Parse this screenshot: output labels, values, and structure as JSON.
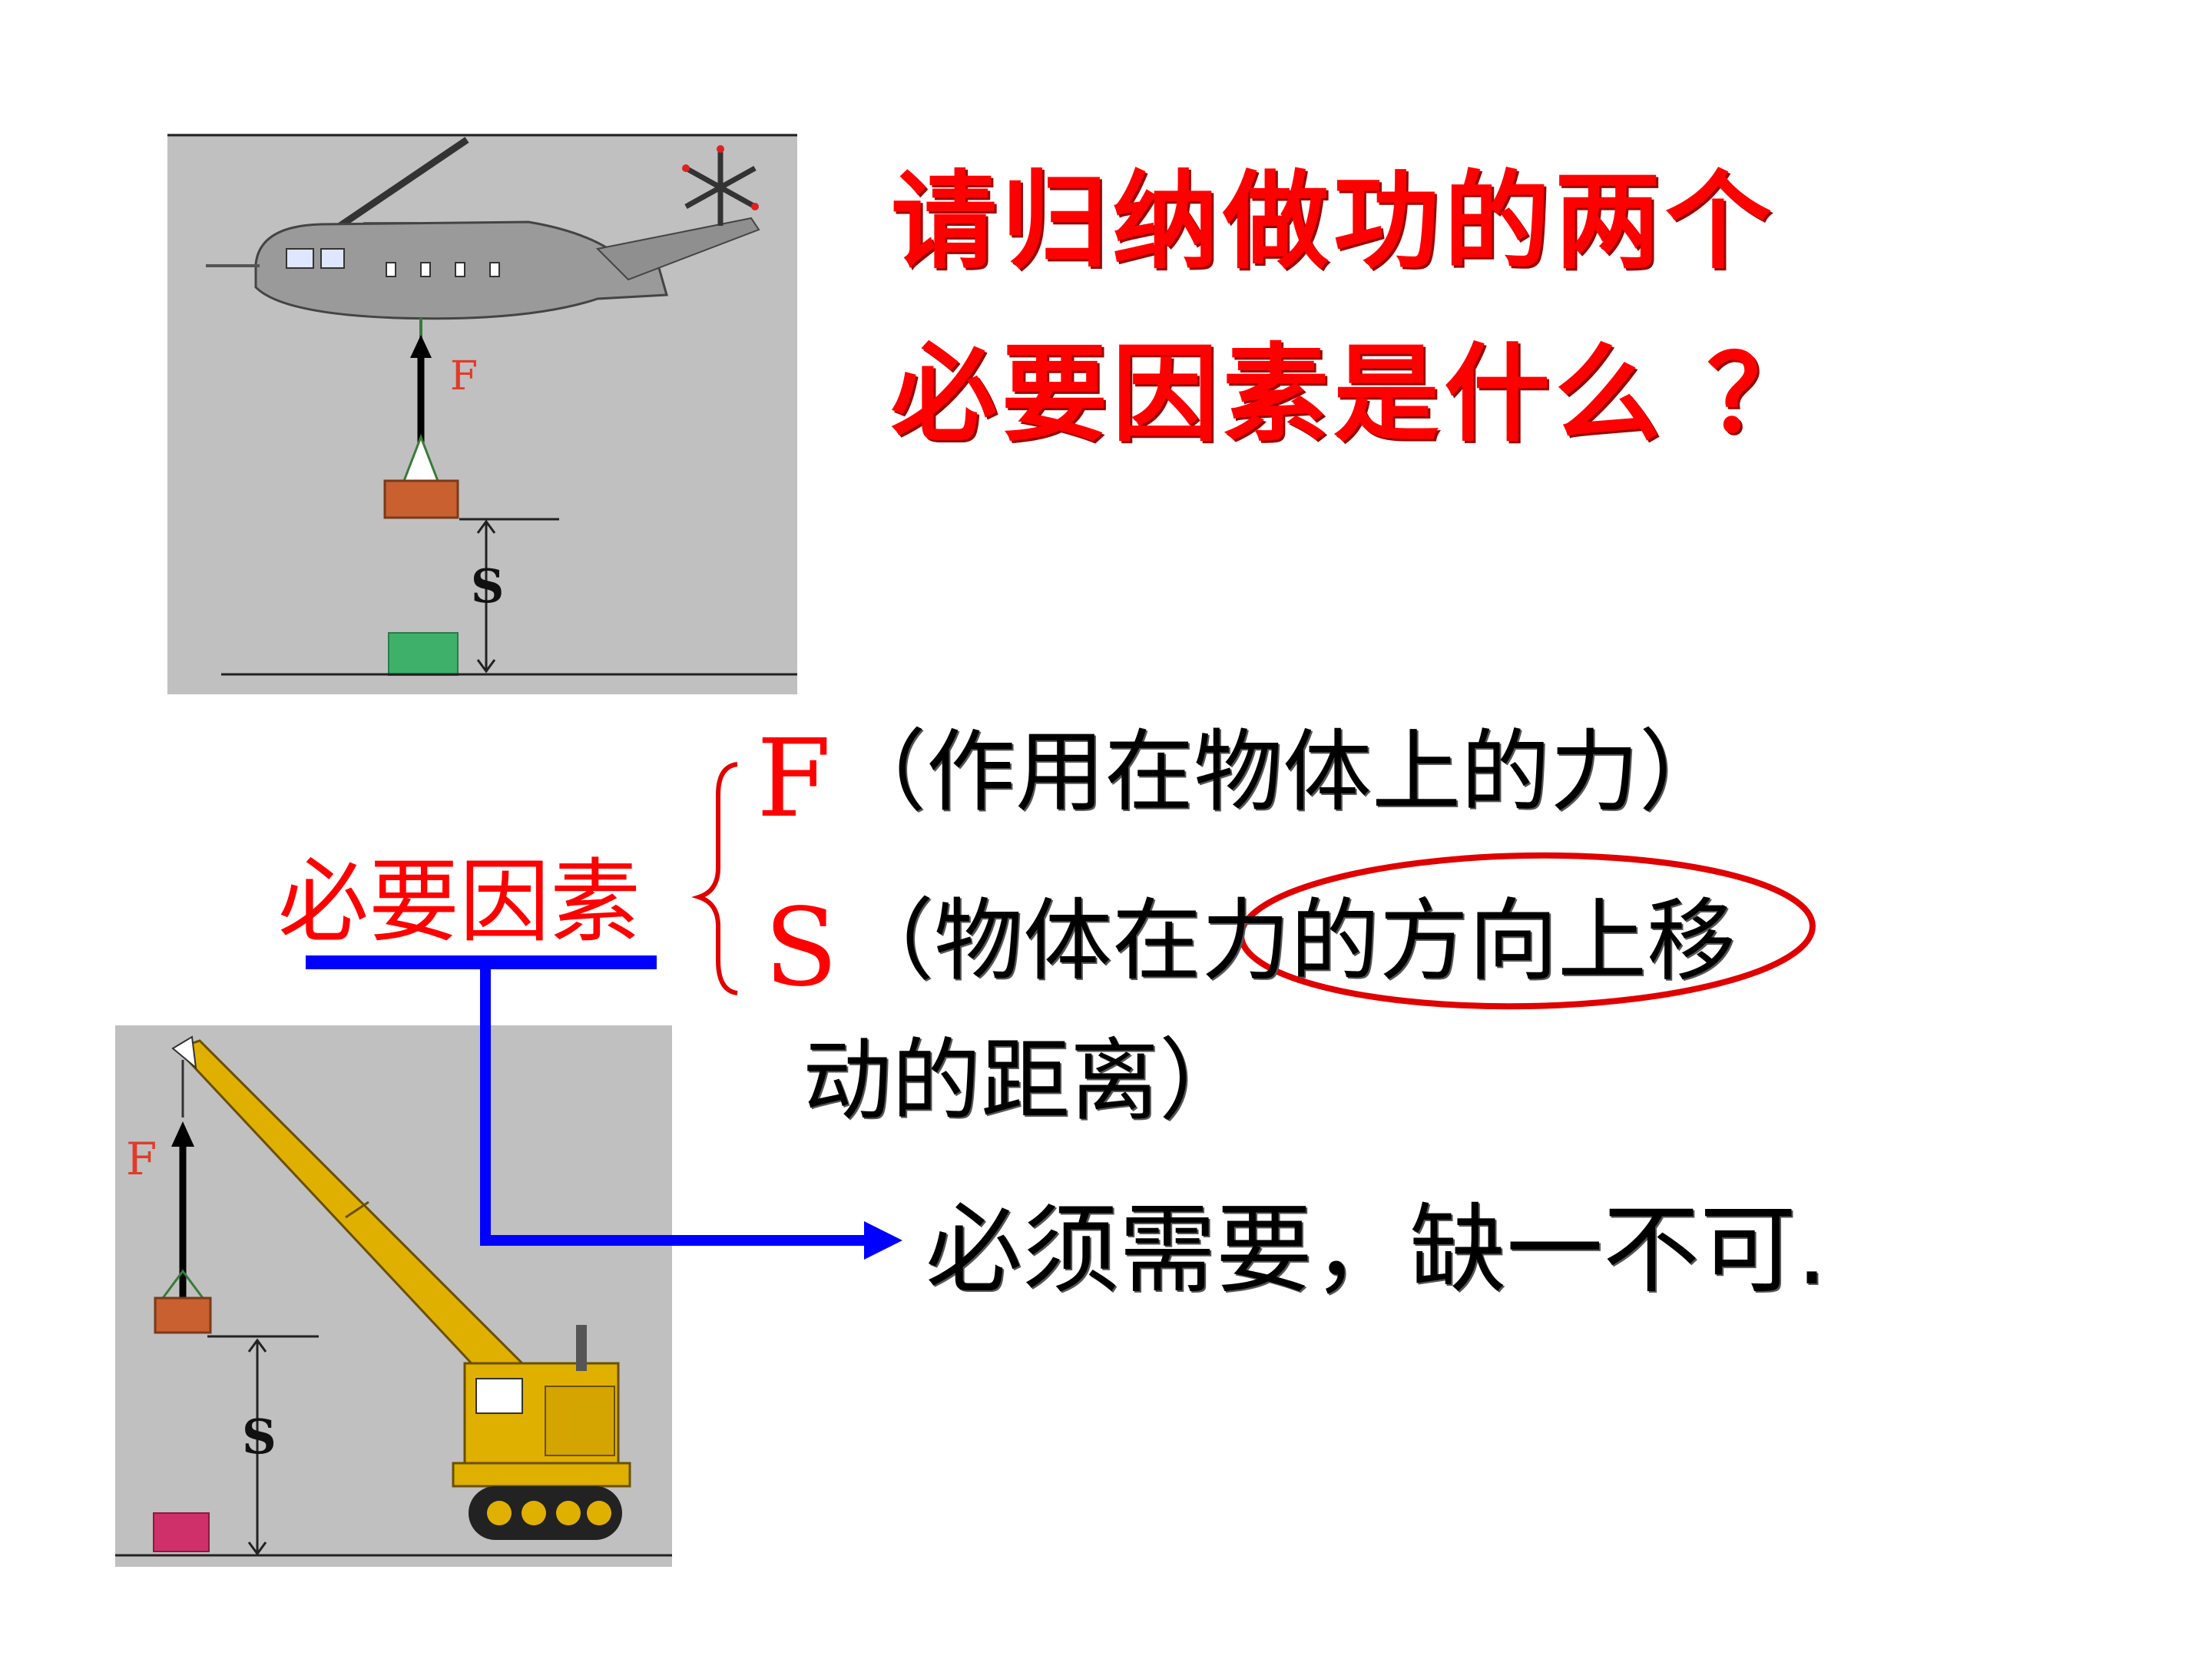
{
  "heading": {
    "line1": "请归纳做功的两个",
    "line2": "必要因素是什么 ？"
  },
  "factors_label": "必要因素",
  "factors": {
    "f_letter": "F",
    "f_desc": "（作用在物体上的力）",
    "s_letter": "S",
    "s_desc_line1": "（物体在力的方向上移",
    "s_desc_line2": "动的距离）"
  },
  "conclusion": "必须需要，缺一不可.",
  "helicopter_panel": {
    "force_label": "F",
    "distance_label": "S"
  },
  "crane_panel": {
    "force_label": "F",
    "distance_label": "S"
  },
  "colors": {
    "heading": "#ff0000",
    "label": "#ff0000",
    "connector": "#0000ff",
    "ellipse": "#e00000",
    "panel_bg": "#c0c0c0",
    "crane_yellow": "#e0b000"
  }
}
